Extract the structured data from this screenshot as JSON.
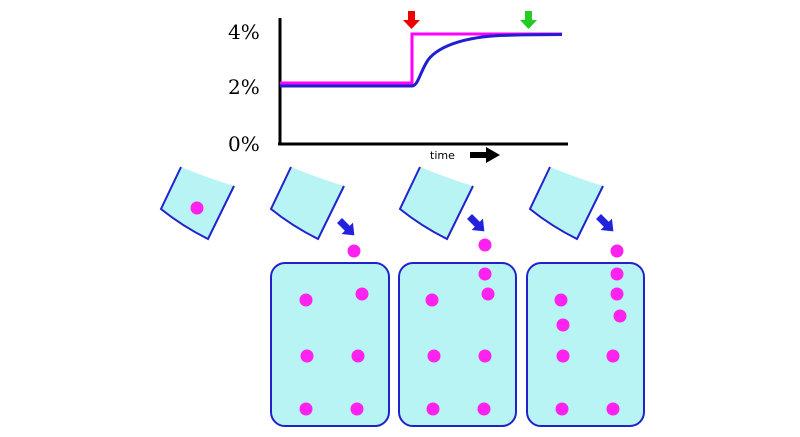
{
  "chart": {
    "y_tick_labels": [
      "4%",
      "2%",
      "0%"
    ],
    "x_label": "time",
    "colors": {
      "step_line": "#ff00ff",
      "response_line": "#2020d0",
      "axis": "#000000",
      "start_marker": "#ee0000",
      "end_marker": "#22cc22"
    },
    "icons": [
      "red-down-arrow-icon",
      "green-down-arrow-icon",
      "right-arrow-icon"
    ]
  },
  "colors": {
    "fill": "#b8f4f4",
    "outline": "#2222cc",
    "dot": "#ff22ee",
    "arrow": "#2222dd"
  }
}
